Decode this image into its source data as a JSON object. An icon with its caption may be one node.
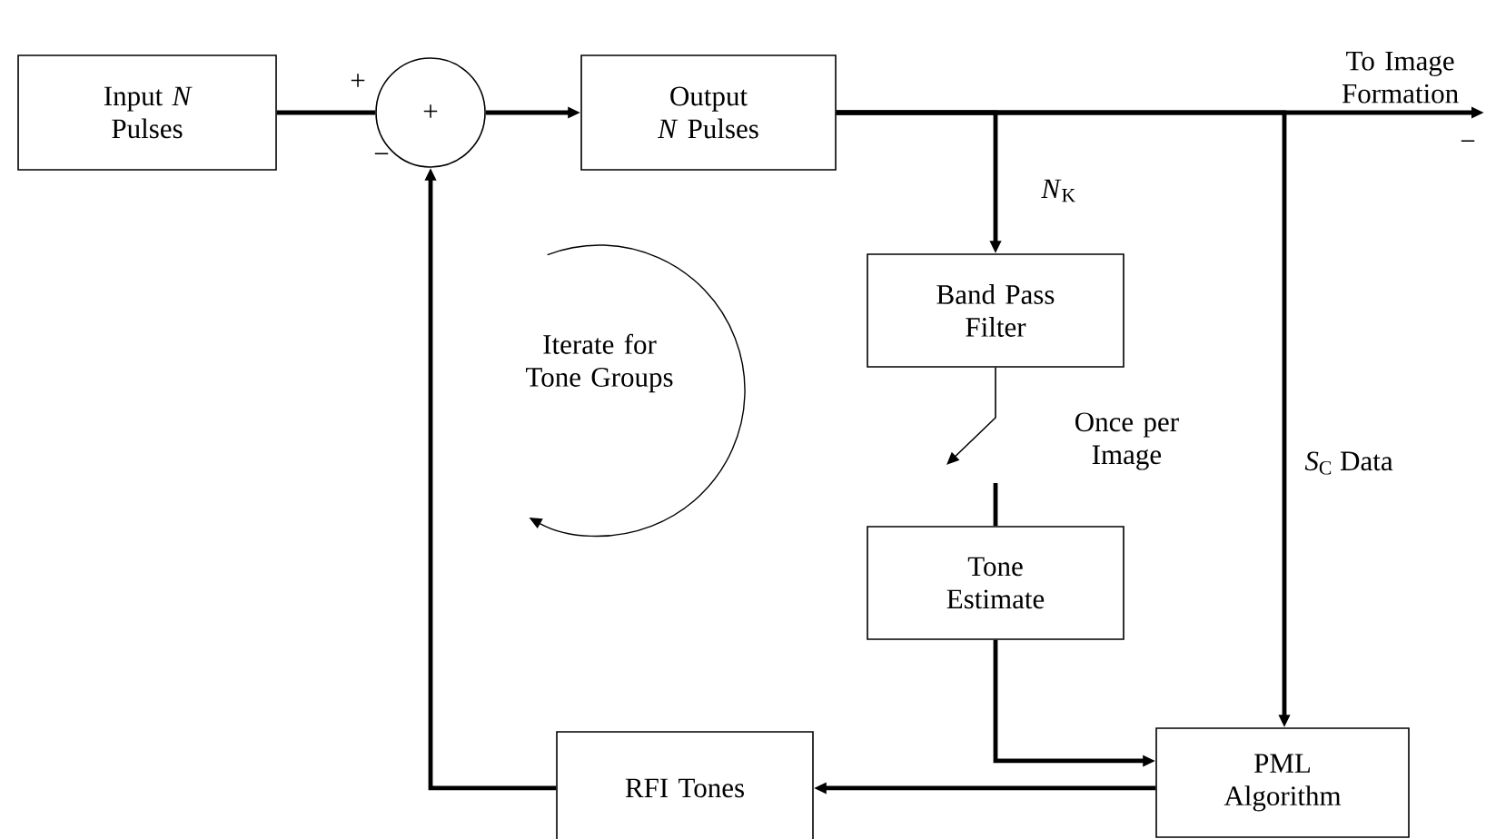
{
  "diagram": {
    "nodes": [
      {
        "text": [
          "Input *N* Pulses"
        ]
      },
      {
        "text": [
          "+"
        ]
      },
      {
        "text": [
          "Output *N* Pulses"
        ]
      },
      {
        "text": [
          "To Image Formation"
        ]
      },
      {
        "text": [
          "Band Pass Filter"
        ]
      },
      {
        "text": [
          "Tone Estimate"
        ]
      },
      {
        "text": [
          "PML Algorithm"
        ]
      },
      {
        "text": [
          "RFI Tones"
        ]
      }
    ],
    "edges": [
      {
        "from": 0,
        "to": 1,
        "arrow": "none"
      },
      {
        "from": 1,
        "to": 2,
        "arrow": "to"
      },
      {
        "from": 2,
        "to": 3,
        "arrow": "to"
      },
      {
        "from": 2,
        "to": 4,
        "arrow": "to",
        "label": "*N*$_{K}$"
      },
      {
        "from": 2,
        "to": 6,
        "arrow": "to",
        "label": "*S*$_{C}$ Data"
      },
      {
        "from": 4,
        "to": 5,
        "arrow": "to",
        "label": "Once per Image"
      },
      {
        "from": 5,
        "to": 6,
        "arrow": "to"
      },
      {
        "from": 6,
        "to": 7,
        "arrow": "to"
      },
      {
        "from": 7,
        "to": 1,
        "arrow": "to"
      }
    ],
    "labels": [
      "+",
      "−",
      "−",
      "Iterate for Tone Groups"
    ]
  }
}
